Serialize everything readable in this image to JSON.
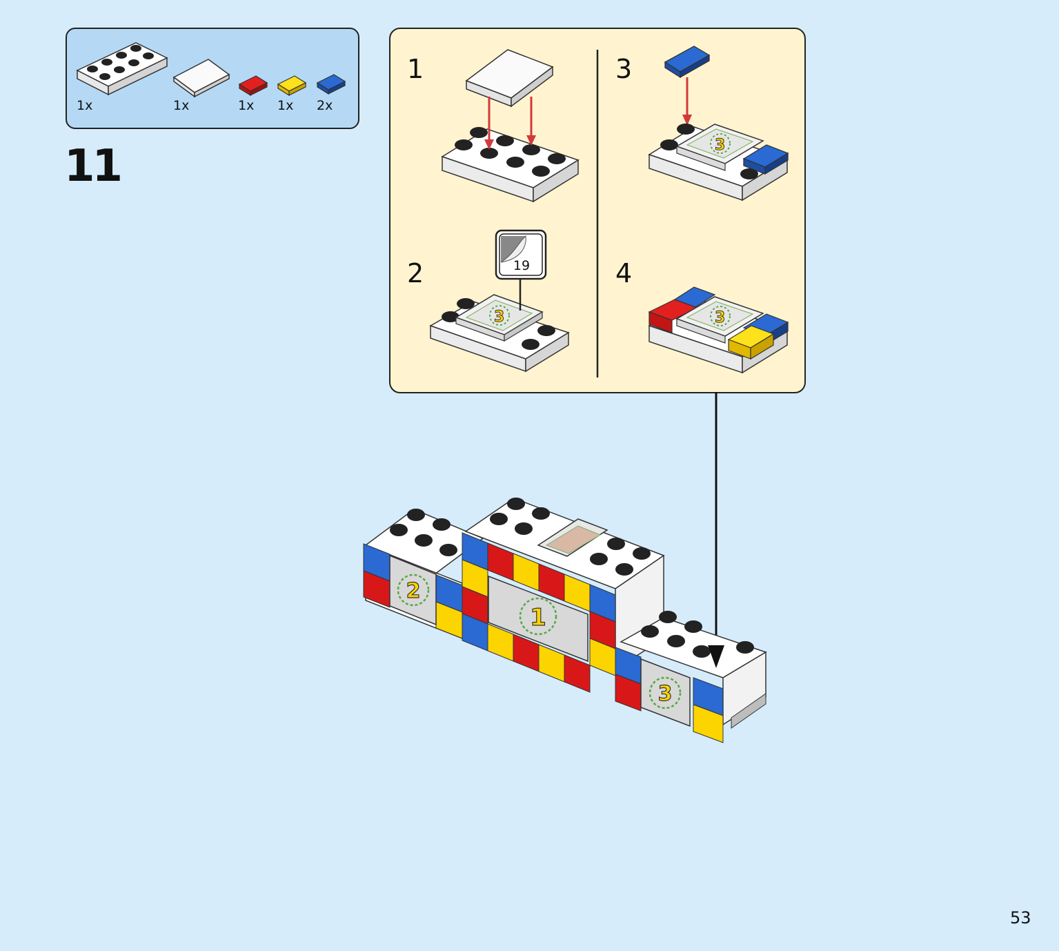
{
  "parts": [
    {
      "name": "white plate 2x4",
      "qty": "1x"
    },
    {
      "name": "white tile 2x2",
      "qty": "1x"
    },
    {
      "name": "red tile 1x1",
      "qty": "1x"
    },
    {
      "name": "yellow tile 1x1",
      "qty": "1x"
    },
    {
      "name": "blue tile 1x1",
      "qty": "2x"
    }
  ],
  "step_number": "11",
  "substeps": [
    "1",
    "2",
    "3",
    "4"
  ],
  "sticker": {
    "number": "19"
  },
  "badges": {
    "first": "1",
    "second": "2",
    "third": "3"
  },
  "colors": {
    "background": "#d6ecfb",
    "parts_box": "#b5d9f5",
    "callout": "#fff4cf",
    "red": "#d81818",
    "yellow": "#fcd400",
    "blue": "#1f5fc4",
    "arrow": "#d23a3a"
  },
  "page_number": "53"
}
